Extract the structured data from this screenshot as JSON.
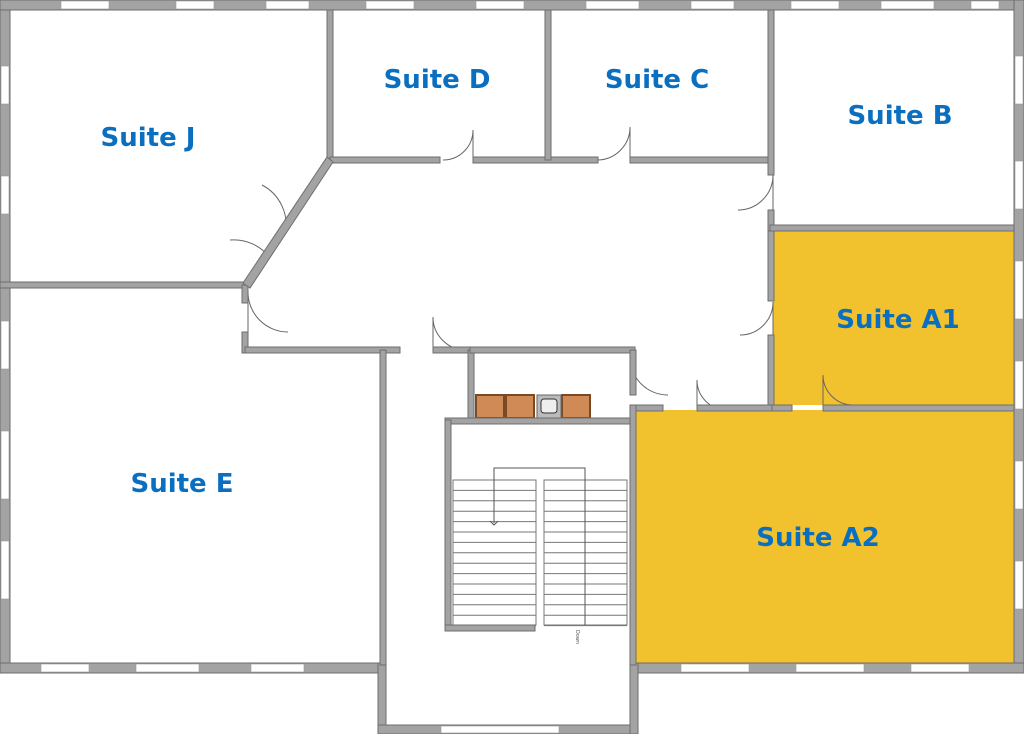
{
  "floorplan": {
    "suites": [
      {
        "id": "J",
        "label": "Suite J",
        "highlighted": false
      },
      {
        "id": "D",
        "label": "Suite D",
        "highlighted": false
      },
      {
        "id": "C",
        "label": "Suite C",
        "highlighted": false
      },
      {
        "id": "B",
        "label": "Suite B",
        "highlighted": false
      },
      {
        "id": "A1",
        "label": "Suite A1",
        "highlighted": true
      },
      {
        "id": "E",
        "label": "Suite E",
        "highlighted": false
      },
      {
        "id": "A2",
        "label": "Suite A2",
        "highlighted": true
      }
    ],
    "stairs_label": "Down",
    "colors": {
      "highlight": "#f2c12e",
      "label": "#0b6fc1",
      "wall": "#a3a3a3",
      "wall_edge": "#6e6e6e",
      "cabinet": "#cf8a55"
    }
  }
}
